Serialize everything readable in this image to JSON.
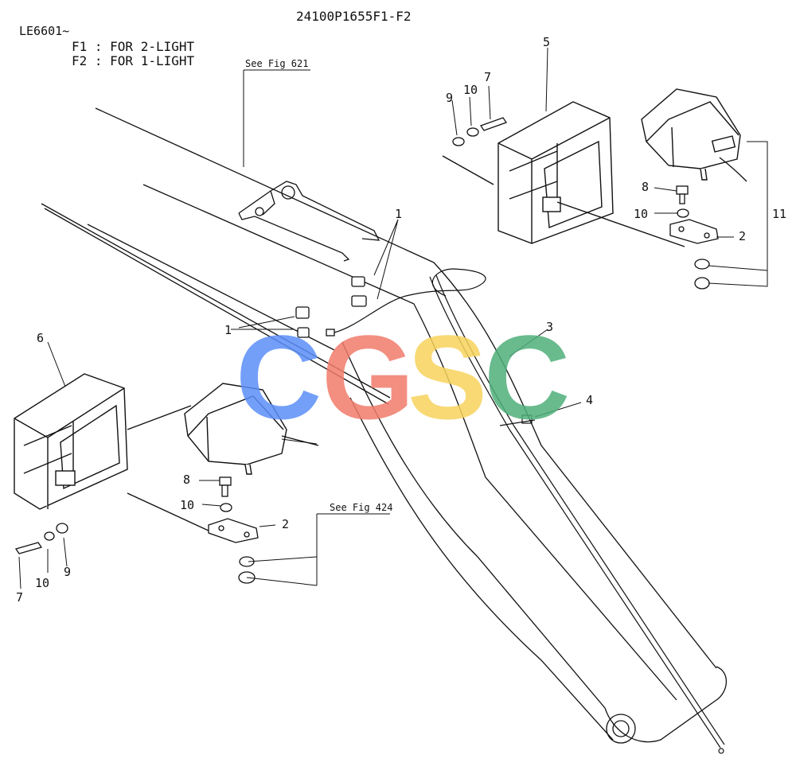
{
  "header": {
    "part_number": "24100P1655F1-F2",
    "serial": "LE6601~",
    "legend": [
      "F1 : FOR 2-LIGHT",
      "F2 : FOR 1-LIGHT"
    ]
  },
  "references": {
    "fig621": "See Fig 621",
    "fig424": "See Fig 424"
  },
  "watermark": {
    "letters": [
      "C",
      "G",
      "S",
      "C"
    ],
    "colors": [
      "#5b8ff9",
      "#f07c6c",
      "#f7d35c",
      "#4fb07a"
    ]
  },
  "callouts": {
    "c1a": "1",
    "c1b": "1",
    "c2a": "2",
    "c2b": "2",
    "c3": "3",
    "c4": "4",
    "c5": "5",
    "c6": "6",
    "c7a": "7",
    "c7b": "7",
    "c8a": "8",
    "c8b": "8",
    "c9a": "9",
    "c9b": "9",
    "c10a": "10",
    "c10b": "10",
    "c10c": "10",
    "c10d": "10",
    "c11": "11"
  }
}
